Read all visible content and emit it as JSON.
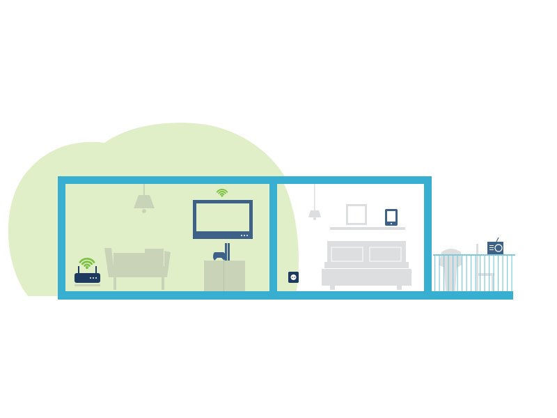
{
  "colors": {
    "background": "#ffffff",
    "coverage_blob": "#e1efc8",
    "house_frame": "#38afd1",
    "furniture_on_green": "#c9d3b8",
    "furniture_on_white": "#dcdedf",
    "device_dark": "#1f3a5f",
    "device_tv": "#3e6287",
    "wifi_signal": "#7cc142",
    "railing": "#7fcad8"
  },
  "scene": {
    "rooms": [
      "living-room",
      "bedroom",
      "balcony"
    ],
    "devices": [
      "router",
      "smart-tv",
      "game-console",
      "tablet",
      "power-outlet",
      "radio"
    ],
    "wifi_signals": [
      "router",
      "smart-tv"
    ]
  }
}
